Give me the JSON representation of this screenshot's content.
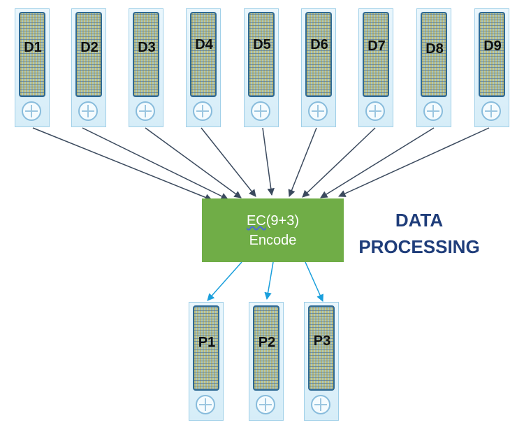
{
  "data_drives": [
    {
      "label": "D1"
    },
    {
      "label": "D2"
    },
    {
      "label": "D3"
    },
    {
      "label": "D4"
    },
    {
      "label": "D5"
    },
    {
      "label": "D6"
    },
    {
      "label": "D7"
    },
    {
      "label": "D8"
    },
    {
      "label": "D9"
    }
  ],
  "parity_drives": [
    {
      "label": "P1"
    },
    {
      "label": "P2"
    },
    {
      "label": "P3"
    }
  ],
  "encoder": {
    "scheme_prefix": "EC",
    "scheme_suffix": "(9+3)",
    "action": "Encode",
    "color": "#70ad47"
  },
  "heading": {
    "line1": "DATA",
    "line2": "PROCESSING",
    "color": "#1f3d7a"
  },
  "colors": {
    "input_arrow": "#3b4a5e",
    "output_arrow": "#1a9fdc",
    "drive_frame": "#2e6a95"
  }
}
